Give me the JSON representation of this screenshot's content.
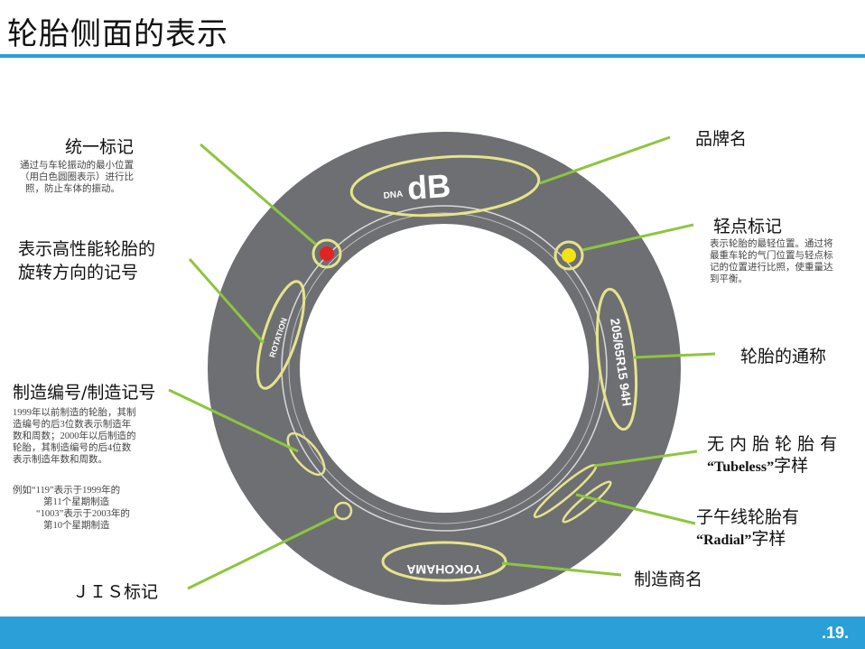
{
  "title": "轮胎侧面的表示",
  "page_number": ".19.",
  "tire": {
    "brand_logo": "dB",
    "brand_prefix": "DNA",
    "size_marking": "205/65R15 94H",
    "rotation_marking": "ROTATION",
    "maker_marking": "YOKOHAMA"
  },
  "labels": {
    "uniform": {
      "title": "统一标记",
      "desc": [
        "通过与车轮振动的最小位置",
        "（用白色圆圈表示）进行比",
        "照，防止车体的振动。"
      ]
    },
    "rotation": {
      "lines": [
        "表示高性能轮胎的",
        "旋转方向的记号"
      ]
    },
    "serial": {
      "title": "制造编号/制造记号",
      "desc": [
        "1999年以前制造的轮胎，其制",
        "造编号的后3位数表示制造年",
        "数和周数；2000年以后制造的",
        "轮胎，其制造编号的后4位数",
        "表示制造年数和周数。"
      ],
      "example": [
        "例如“119”表示于1999年的",
        "第11个星期制造",
        "“1003”表示于2003年的",
        "第10个星期制造"
      ]
    },
    "jis": {
      "title": "ＪＩＳ标记"
    },
    "brand": {
      "title": "品牌名"
    },
    "light_point": {
      "title": "轻点标记",
      "desc": [
        "表示轮胎的最轻位置。通过将",
        "最重车轮的气门位置与轻点标",
        "记的位置进行比照，使重量达",
        "到平衡。"
      ]
    },
    "common_name": {
      "title": "轮胎的通称"
    },
    "tubeless": {
      "line1": "无 内 胎 轮 胎 有",
      "quote": "“Tubeless”",
      "suffix": "字样"
    },
    "radial": {
      "line1": "子午线轮胎有",
      "quote": "“Radial”",
      "suffix": "字样"
    },
    "maker": {
      "title": "制造商名"
    }
  },
  "colors": {
    "accent_blue": "#2a9fd8",
    "tire_gray": "#6e6f73",
    "highlight_yellow": "#e6e48a",
    "leader_green": "#8cc63f",
    "uniform_dot": "#e32322",
    "light_dot": "#f2e313"
  }
}
